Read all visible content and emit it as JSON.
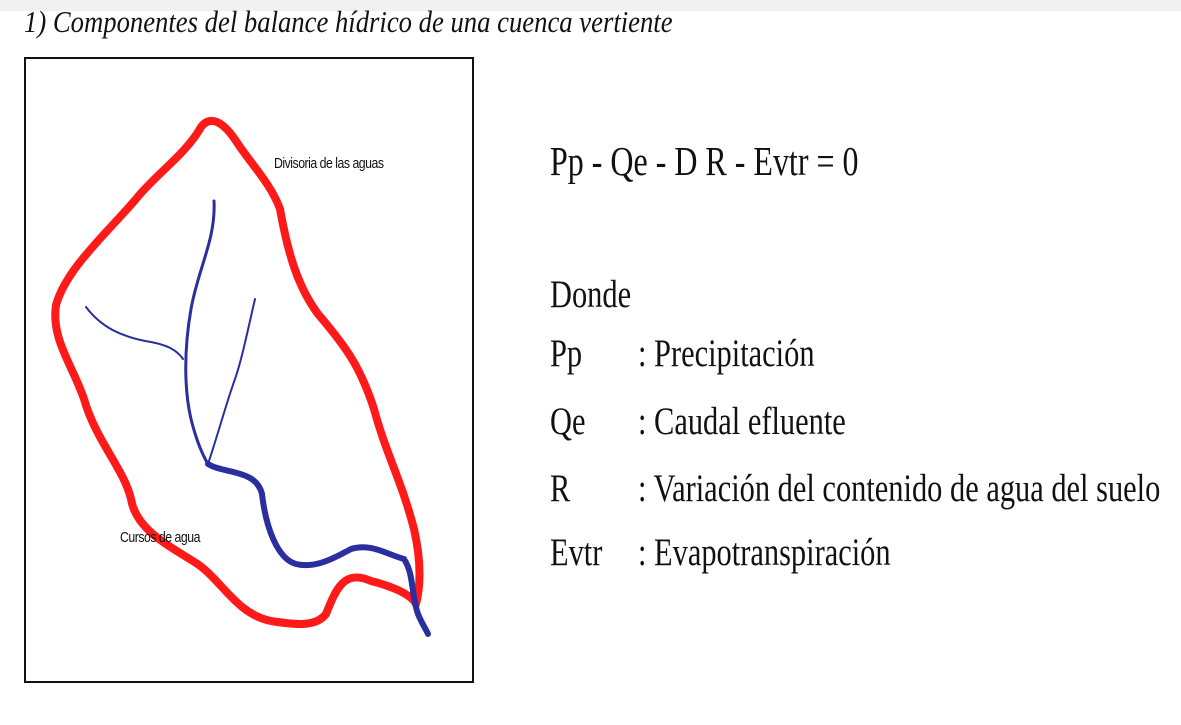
{
  "heading": "1) Componentes del balance hídrico de una cuenca vertiente",
  "figure": {
    "divide_label": "Divisoria de las aguas",
    "streams_label": "Cursos de agua",
    "colors": {
      "divide_line": "#ff1a1a",
      "stream_line": "#2a2e9e"
    }
  },
  "equation": "Pp - Qe - D R - Evtr = 0",
  "where_label": "Donde",
  "legend": [
    {
      "symbol": "Pp",
      "definition": ": Precipitación"
    },
    {
      "symbol": "Qe",
      "definition": ": Caudal efluente"
    },
    {
      "symbol": "R",
      "definition": ": Variación del contenido de agua del suelo"
    },
    {
      "symbol": "Evtr",
      "definition": ": Evapotranspiración"
    }
  ]
}
